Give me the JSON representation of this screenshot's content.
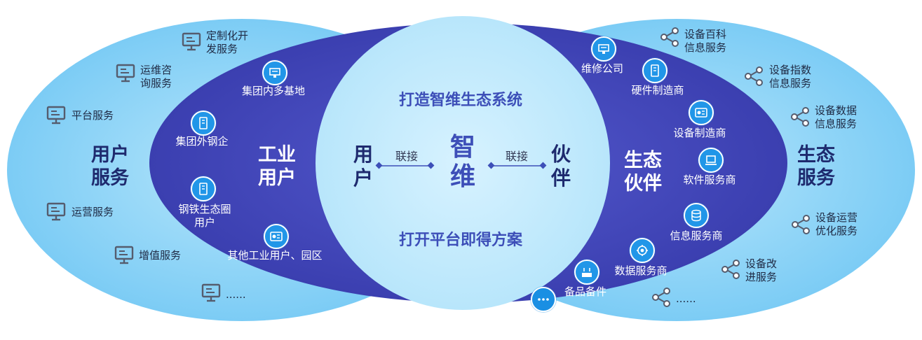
{
  "center": {
    "slogan_top": "打造智维生态系统",
    "slogan_bottom": "打开平台即得方案",
    "core_label": "智\n维",
    "left_node": "用\n户",
    "right_node": "伙\n伴",
    "link_left": "联接",
    "link_right": "联接"
  },
  "inner_left": {
    "title": "工业\n用户",
    "items": [
      {
        "label": "集团内多基地",
        "icon": "cnc-machine-icon"
      },
      {
        "label": "集团外钢企",
        "icon": "device-panel-icon"
      },
      {
        "label": "钢铁生态圈\n用户",
        "icon": "device-panel-icon"
      },
      {
        "label": "其他工业用户、园区",
        "icon": "control-unit-icon"
      }
    ]
  },
  "inner_right": {
    "title": "生态\n伙伴",
    "items": [
      {
        "label": "维修公司",
        "icon": "cnc-machine-icon"
      },
      {
        "label": "硬件制造商",
        "icon": "device-panel-icon"
      },
      {
        "label": "设备制造商",
        "icon": "control-unit-icon"
      },
      {
        "label": "软件服务商",
        "icon": "laptop-icon"
      },
      {
        "label": "信息服务商",
        "icon": "database-icon"
      },
      {
        "label": "数据服务商",
        "icon": "gear-data-icon"
      },
      {
        "label": "备品备件",
        "icon": "spare-parts-icon"
      },
      {
        "label": "",
        "icon": "more-dots-icon"
      }
    ]
  },
  "outer_left": {
    "title": "用户\n服务",
    "items": [
      {
        "label": "定制化开\n发服务",
        "icon": "monitor-icon"
      },
      {
        "label": "运维咨\n询服务",
        "icon": "monitor-icon"
      },
      {
        "label": "平台服务",
        "icon": "monitor-icon"
      },
      {
        "label": "运营服务",
        "icon": "monitor-icon"
      },
      {
        "label": "增值服务",
        "icon": "monitor-icon"
      },
      {
        "label": "......",
        "icon": "monitor-icon"
      }
    ]
  },
  "outer_right": {
    "title": "生态\n服务",
    "items": [
      {
        "label": "设备百科\n信息服务",
        "icon": "share-icon"
      },
      {
        "label": "设备指数\n信息服务",
        "icon": "share-icon"
      },
      {
        "label": "设备数据\n信息服务",
        "icon": "share-icon"
      },
      {
        "label": "设备运营\n优化服务",
        "icon": "share-icon"
      },
      {
        "label": "设备改\n进服务",
        "icon": "share-icon"
      },
      {
        "label": "......",
        "icon": "share-icon"
      }
    ]
  },
  "colors": {
    "outer_ellipse": "#8fd5f8",
    "inner_ellipse": "#4448b8",
    "center_circle": "#c7ecfd",
    "icon_circle": "#2196e8",
    "title_dark": "#1e2a6e",
    "slogan": "#3d4fb8"
  }
}
